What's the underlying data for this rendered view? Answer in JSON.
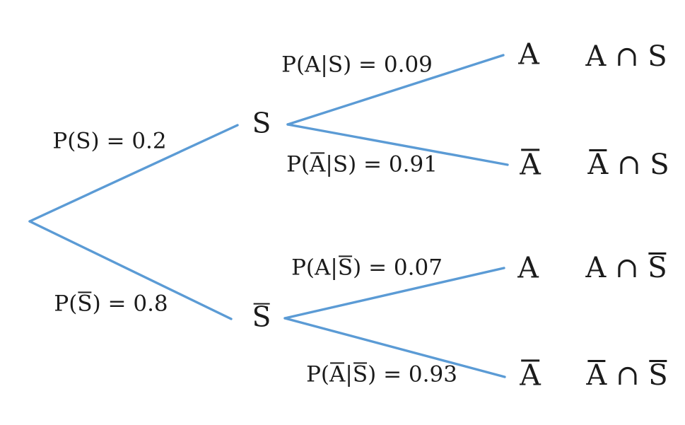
{
  "colors": {
    "branch": "#5B9BD5",
    "text": "#1B1B1B"
  },
  "diagram_type": "probability-tree",
  "labels": {
    "p_s": {
      "text": "P(S) = 0.2",
      "parts": [
        {
          "text": "P(S) = 0.2"
        }
      ]
    },
    "p_s_bar": {
      "text": "P(S̄) = 0.8",
      "parts": [
        {
          "text": "P("
        },
        {
          "text": "S",
          "bar": true
        },
        {
          "text": ") = 0.8"
        }
      ]
    },
    "p_a_given_s": {
      "text": "P(A|S) = 0.09",
      "parts": [
        {
          "text": "P(A|S) = 0.09"
        }
      ]
    },
    "p_abar_given_s": {
      "text": "P(Ā|S) = 0.91",
      "parts": [
        {
          "text": "P("
        },
        {
          "text": "A",
          "bar": true
        },
        {
          "text": "|S) = 0.91"
        }
      ]
    },
    "p_a_given_sbar": {
      "text": "P(A|S̄) = 0.07",
      "parts": [
        {
          "text": "P(A|"
        },
        {
          "text": "S",
          "bar": true
        },
        {
          "text": ") = 0.07"
        }
      ]
    },
    "p_abar_given_sbar": {
      "text": "P(Ā|S̄) = 0.93",
      "parts": [
        {
          "text": "P("
        },
        {
          "text": "A",
          "bar": true
        },
        {
          "text": "|"
        },
        {
          "text": "S",
          "bar": true
        },
        {
          "text": ") = 0.93"
        }
      ]
    }
  },
  "nodes": {
    "s": {
      "text": "S",
      "parts": [
        {
          "text": "S"
        }
      ]
    },
    "s_bar": {
      "text": "S̄",
      "parts": [
        {
          "text": "S",
          "bar": true
        }
      ]
    },
    "a_given_s": {
      "text": "A",
      "parts": [
        {
          "text": "A"
        }
      ]
    },
    "abar_given_s": {
      "text": "Ā",
      "parts": [
        {
          "text": "A",
          "bar": true
        }
      ]
    },
    "a_given_sbar": {
      "text": "A",
      "parts": [
        {
          "text": "A"
        }
      ]
    },
    "abar_given_sbar": {
      "text": "Ā",
      "parts": [
        {
          "text": "A",
          "bar": true
        }
      ]
    }
  },
  "outcomes": {
    "a_and_s": {
      "text": "A ∩ S",
      "parts": [
        {
          "text": "A ∩ S"
        }
      ]
    },
    "abar_and_s": {
      "text": "Ā ∩ S",
      "parts": [
        {
          "text": "A",
          "bar": true
        },
        {
          "text": " ∩ S"
        }
      ]
    },
    "a_and_sbar": {
      "text": "A ∩ S̄",
      "parts": [
        {
          "text": "A ∩ "
        },
        {
          "text": "S",
          "bar": true
        }
      ]
    },
    "abar_and_sbar": {
      "text": "Ā ∩ S̄",
      "parts": [
        {
          "text": "A",
          "bar": true
        },
        {
          "text": " ∩ "
        },
        {
          "text": "S",
          "bar": true
        }
      ]
    }
  },
  "probabilities": {
    "p_s": 0.2,
    "p_s_bar": 0.8,
    "p_a_given_s": 0.09,
    "p_abar_given_s": 0.91,
    "p_a_given_sbar": 0.07,
    "p_abar_given_sbar": 0.93
  }
}
